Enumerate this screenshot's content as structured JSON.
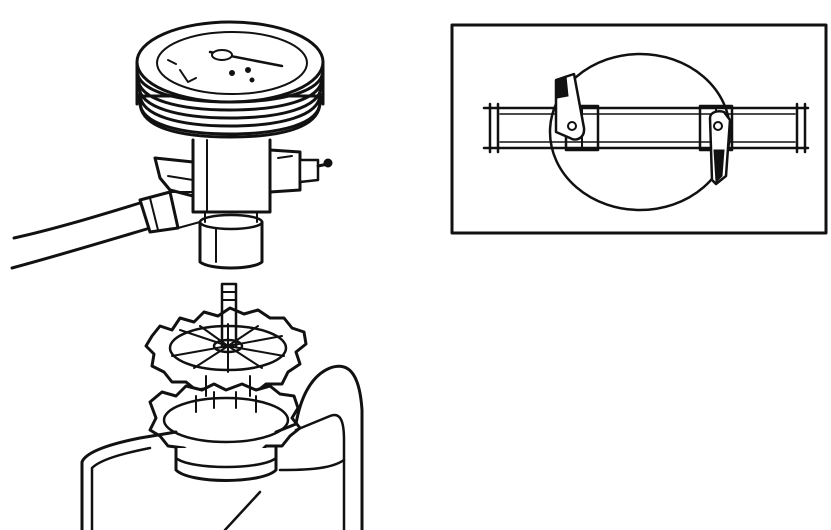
{
  "figure": {
    "ink_color": "#111111",
    "background_color": "#ffffff",
    "parts": {
      "pressure_gauge": "gauge-dial",
      "hose": "hose",
      "adapter": "radiator-cap-adapter",
      "reservoir": "coolant-reservoir",
      "inset": "hose-clamp-detail-inset"
    }
  }
}
